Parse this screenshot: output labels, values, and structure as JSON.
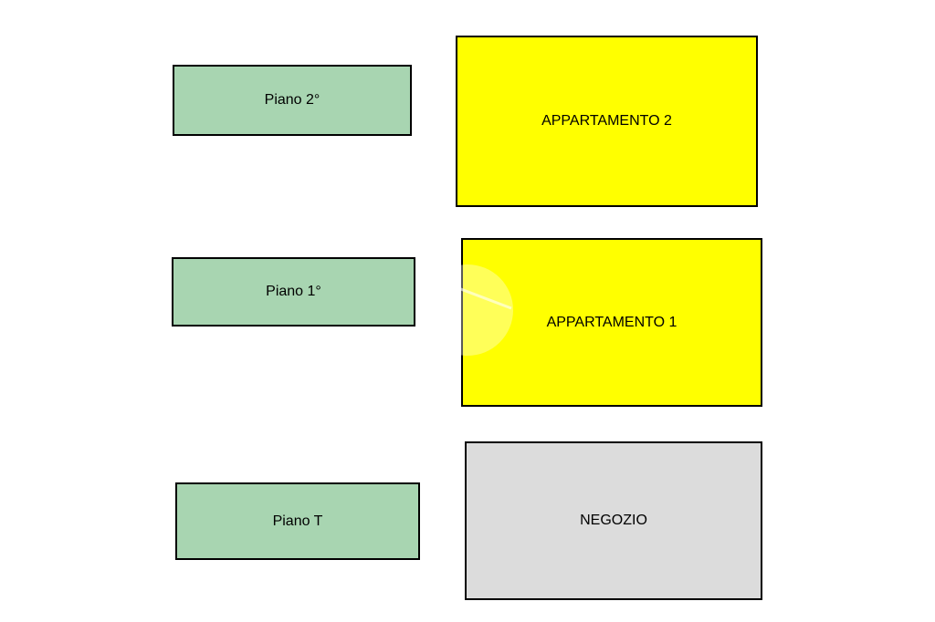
{
  "floors": {
    "second": "Piano 2°",
    "first": "Piano 1°",
    "ground": "Piano T"
  },
  "units": {
    "apartment_2": "APPARTAMENTO 2",
    "apartment_1": "APPARTAMENTO 1",
    "shop": "NEGOZIO"
  },
  "colors": {
    "floor_fill": "#a8d5b1",
    "apartment_fill": "#ffff00",
    "shop_fill": "#dcdcdc",
    "border": "#000000"
  },
  "watermark_icon": "logo-watermark-icon"
}
